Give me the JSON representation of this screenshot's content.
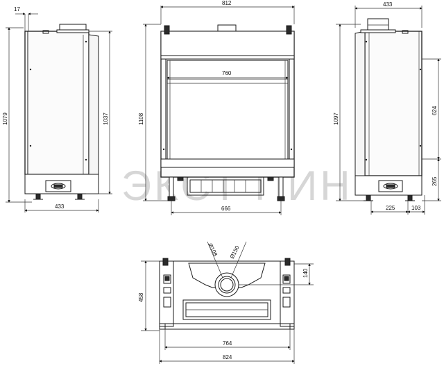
{
  "dimensions": {
    "side_left": {
      "offset": "17",
      "height_total": "1079",
      "height_body": "1037",
      "depth": "433"
    },
    "front": {
      "width_total": "812",
      "opening_width": "760",
      "height": "1108",
      "base_width": "666"
    },
    "side_right": {
      "depth": "433",
      "height": "1097",
      "upper_height": "624",
      "lower_height": "265",
      "leg_spacing": "225",
      "front_offset": "103"
    },
    "top": {
      "depth": "458",
      "flue_offset": "140",
      "inner_diameter": "Ø108",
      "outer_diameter": "Ø150",
      "inner_width": "764",
      "outer_width": "824"
    }
  },
  "watermark": "ЭКСТ ПИН",
  "colors": {
    "line": "#1a1a1a",
    "watermark": "#d6d6d6"
  }
}
